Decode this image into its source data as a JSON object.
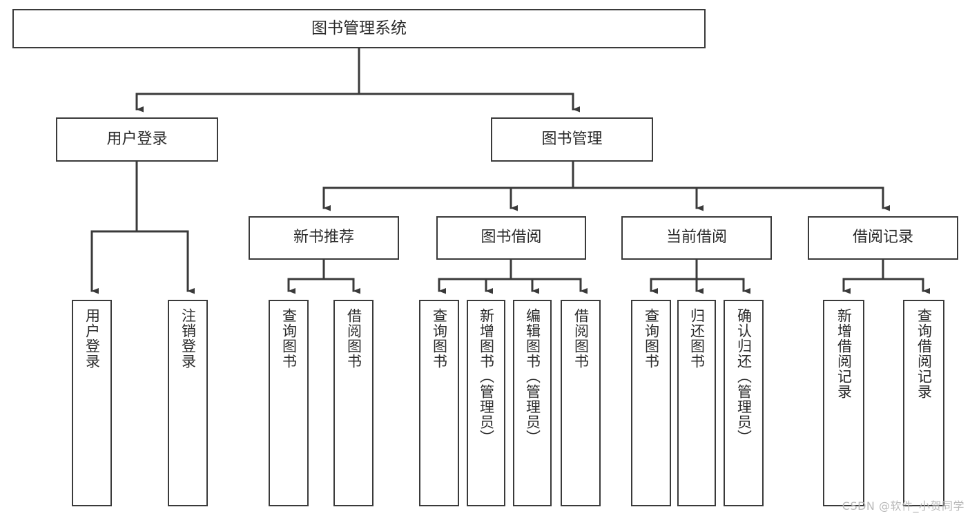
{
  "diagram": {
    "type": "tree",
    "title": "图书管理系统",
    "orientation": "top-down",
    "watermark": "CSDN @软件_小贺同学",
    "colors": {
      "box_border": "#3a3a3a",
      "box_fill": "#ffffff",
      "connector": "#3a3a3a",
      "text": "#2b2b2b",
      "watermark": "#b9b9b9"
    },
    "nodes": {
      "root": {
        "label": "图书管理系统",
        "level": 1
      },
      "l2": [
        {
          "id": "user-login",
          "label": "用户登录",
          "level": 2
        },
        {
          "id": "book-manage",
          "label": "图书管理",
          "level": 2
        }
      ],
      "l3": [
        {
          "id": "new-book-recommend",
          "label": "新书推荐",
          "level": 3,
          "parent": "book-manage"
        },
        {
          "id": "book-borrow",
          "label": "图书借阅",
          "level": 3,
          "parent": "book-manage"
        },
        {
          "id": "current-borrow",
          "label": "当前借阅",
          "level": 3,
          "parent": "book-manage"
        },
        {
          "id": "borrow-record",
          "label": "借阅记录",
          "level": 3,
          "parent": "book-manage"
        }
      ],
      "leaves": [
        {
          "id": "leaf-user-login",
          "label": "用户登录",
          "parent": "user-login"
        },
        {
          "id": "leaf-user-logout",
          "label": "注销登录",
          "parent": "user-login"
        },
        {
          "id": "leaf-query-book-1",
          "label": "查询图书",
          "parent": "new-book-recommend"
        },
        {
          "id": "leaf-borrow-book-1",
          "label": "借阅图书",
          "parent": "new-book-recommend"
        },
        {
          "id": "leaf-query-book-2",
          "label": "查询图书",
          "parent": "book-borrow"
        },
        {
          "id": "leaf-add-book",
          "label": "新增图书（管理员）",
          "parent": "book-borrow"
        },
        {
          "id": "leaf-edit-book",
          "label": "编辑图书（管理员）",
          "parent": "book-borrow"
        },
        {
          "id": "leaf-borrow-book-2",
          "label": "借阅图书",
          "parent": "book-borrow"
        },
        {
          "id": "leaf-query-book-3",
          "label": "查询图书",
          "parent": "current-borrow"
        },
        {
          "id": "leaf-return-book",
          "label": "归还图书",
          "parent": "current-borrow"
        },
        {
          "id": "leaf-confirm-return",
          "label": "确认归还（管理员）",
          "parent": "current-borrow"
        },
        {
          "id": "leaf-add-borrow-record",
          "label": "新增借阅记录",
          "parent": "borrow-record"
        },
        {
          "id": "leaf-query-borrow-record",
          "label": "查询借阅记录",
          "parent": "borrow-record"
        }
      ]
    }
  }
}
